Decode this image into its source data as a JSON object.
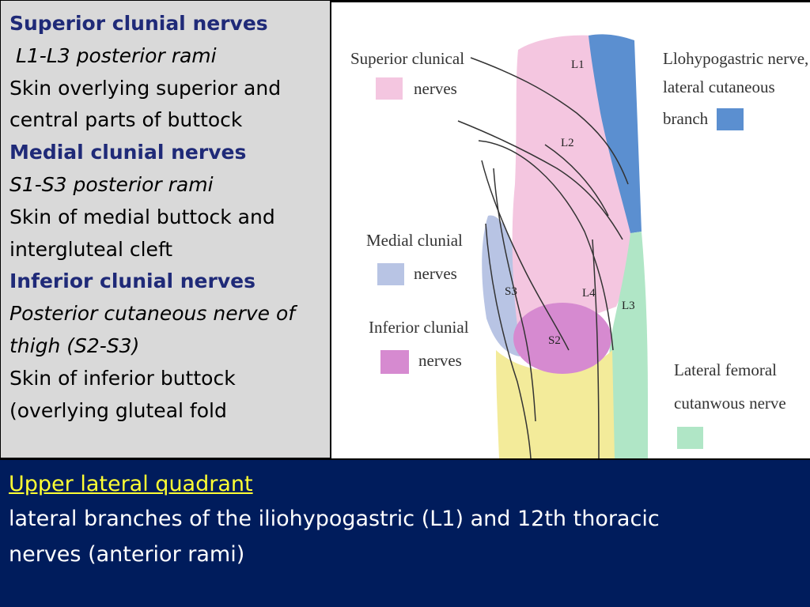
{
  "left_panel": {
    "superior_heading": "Superior clunial nerves",
    "superior_rami": " L1-L3 posterior rami",
    "superior_desc_1": "Skin overlying superior and",
    "superior_desc_2": "central parts of buttock",
    "medial_heading": "Medial clunial nerves",
    "medial_rami": "S1-S3 posterior rami",
    "medial_desc_1": "Skin of medial buttock and",
    "medial_desc_2": "intergluteal cleft",
    "inferior_heading": "Inferior clunial nerves",
    "inferior_rami_1": "Posterior cutaneous nerve of",
    "inferior_rami_2": "thigh (S2-S3)",
    "inferior_desc_1": "Skin of inferior buttock",
    "inferior_desc_2": "(overlying gluteal fold"
  },
  "figure": {
    "legend": {
      "superior_1": "Superior clunical",
      "superior_2": "nerves",
      "medial_1": "Medial clunial",
      "medial_2": "nerves",
      "inferior_1": "Inferior clunial",
      "inferior_2": "nerves",
      "ilio_1": "Llohypogastric nerve,",
      "ilio_2": "lateral cutaneous",
      "ilio_3": "branch",
      "lateral_1": "Lateral femoral",
      "lateral_2": "cutanwous nerve"
    },
    "segments": {
      "l1": "L1",
      "l2": "L2",
      "s3": "S3",
      "l4": "L4",
      "l3": "L3",
      "s2": "S2"
    },
    "colors": {
      "pink": "#f4c6e0",
      "blue": "#5b8fd0",
      "light_blue": "#b8c4e4",
      "magenta": "#d68ad0",
      "yellow": "#f3eb9a",
      "mint": "#b0e6c6"
    }
  },
  "banner": {
    "title": "Upper lateral quadrant",
    "body_1": "lateral branches of the iliohypogastric (L1) and 12th thoracic",
    "body_2": "nerves (anterior rami)"
  }
}
